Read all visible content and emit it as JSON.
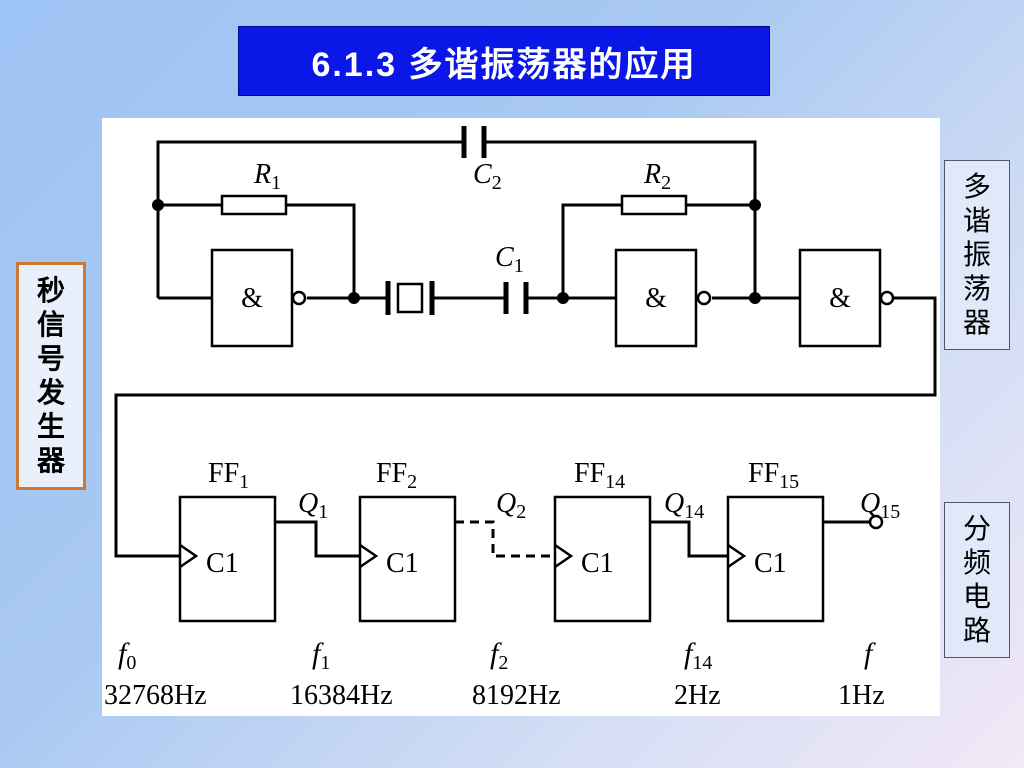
{
  "title": "6.1.3   多谐振荡器的应用",
  "left_label": [
    "秒",
    "信",
    "号",
    "发",
    "生",
    "器"
  ],
  "right_top_label": [
    "多",
    "谐",
    "振",
    "荡",
    "器"
  ],
  "right_bottom_label": [
    "分",
    "频",
    "电",
    "路"
  ],
  "oscillator": {
    "r1": {
      "main": "R",
      "sub": "1"
    },
    "r2": {
      "main": "R",
      "sub": "2"
    },
    "c1": {
      "main": "C",
      "sub": "1"
    },
    "c2": {
      "main": "C",
      "sub": "2"
    },
    "gate_symbol": "&"
  },
  "flipflops": [
    {
      "name": "FF",
      "sub": "1",
      "clock": "C1",
      "q": "Q",
      "qsub": "1"
    },
    {
      "name": "FF",
      "sub": "2",
      "clock": "C1",
      "q": "Q",
      "qsub": "2"
    },
    {
      "name": "FF",
      "sub": "14",
      "clock": "C1",
      "q": "Q",
      "qsub": "14"
    },
    {
      "name": "FF",
      "sub": "15",
      "clock": "C1",
      "q": "Q",
      "qsub": "15"
    }
  ],
  "frequencies": [
    {
      "main": "f",
      "sub": "0",
      "value": "32768Hz"
    },
    {
      "main": "f",
      "sub": "1",
      "value": "16384Hz"
    },
    {
      "main": "f",
      "sub": "2",
      "value": "8192Hz"
    },
    {
      "main": "f",
      "sub": "14",
      "value": "2Hz"
    },
    {
      "main": "f",
      "sub": "",
      "value": "1Hz"
    }
  ]
}
